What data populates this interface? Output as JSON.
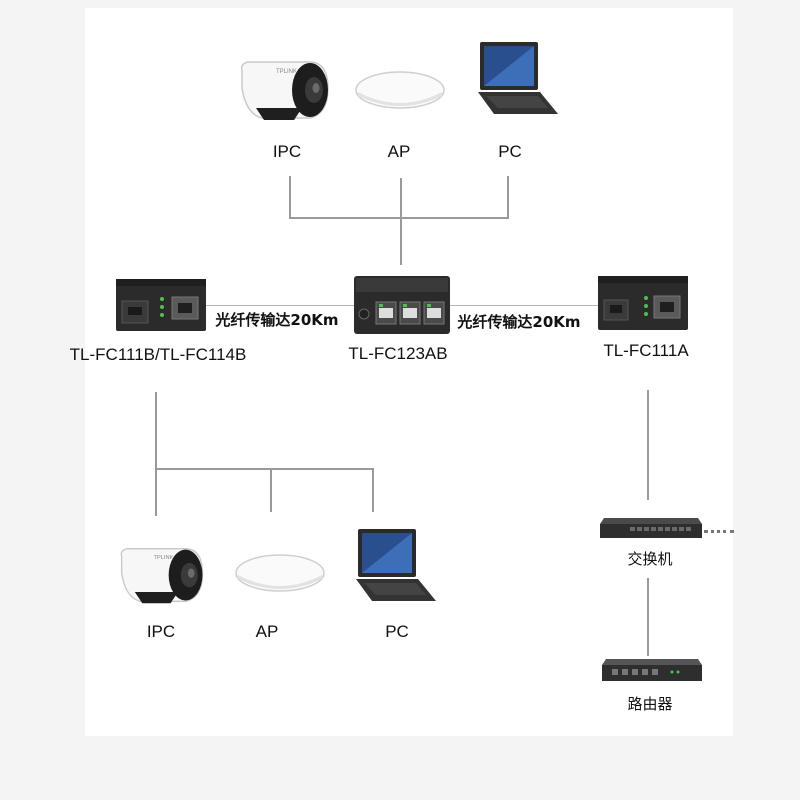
{
  "top_devices": {
    "ipc_label": "IPC",
    "ipc_brand": "TPLINK",
    "ap_label": "AP",
    "pc_label": "PC"
  },
  "converters": {
    "left_label": "TL-FC111B/TL-FC114B",
    "center_label": "TL-FC123AB",
    "right_label": "TL-FC111A"
  },
  "links": {
    "left_link": "光纤传输达20Km",
    "right_link": "光纤传输达20Km"
  },
  "bottom_devices": {
    "ipc_label": "IPC",
    "ipc_brand": "TPLINK",
    "ap_label": "AP",
    "pc_label": "PC"
  },
  "right_chain": {
    "switch_label": "交换机",
    "router_label": "路由器"
  },
  "colors": {
    "line": "#9a9a9a",
    "device_dark": "#2b2b2b",
    "port_green": "#4cc24c"
  }
}
